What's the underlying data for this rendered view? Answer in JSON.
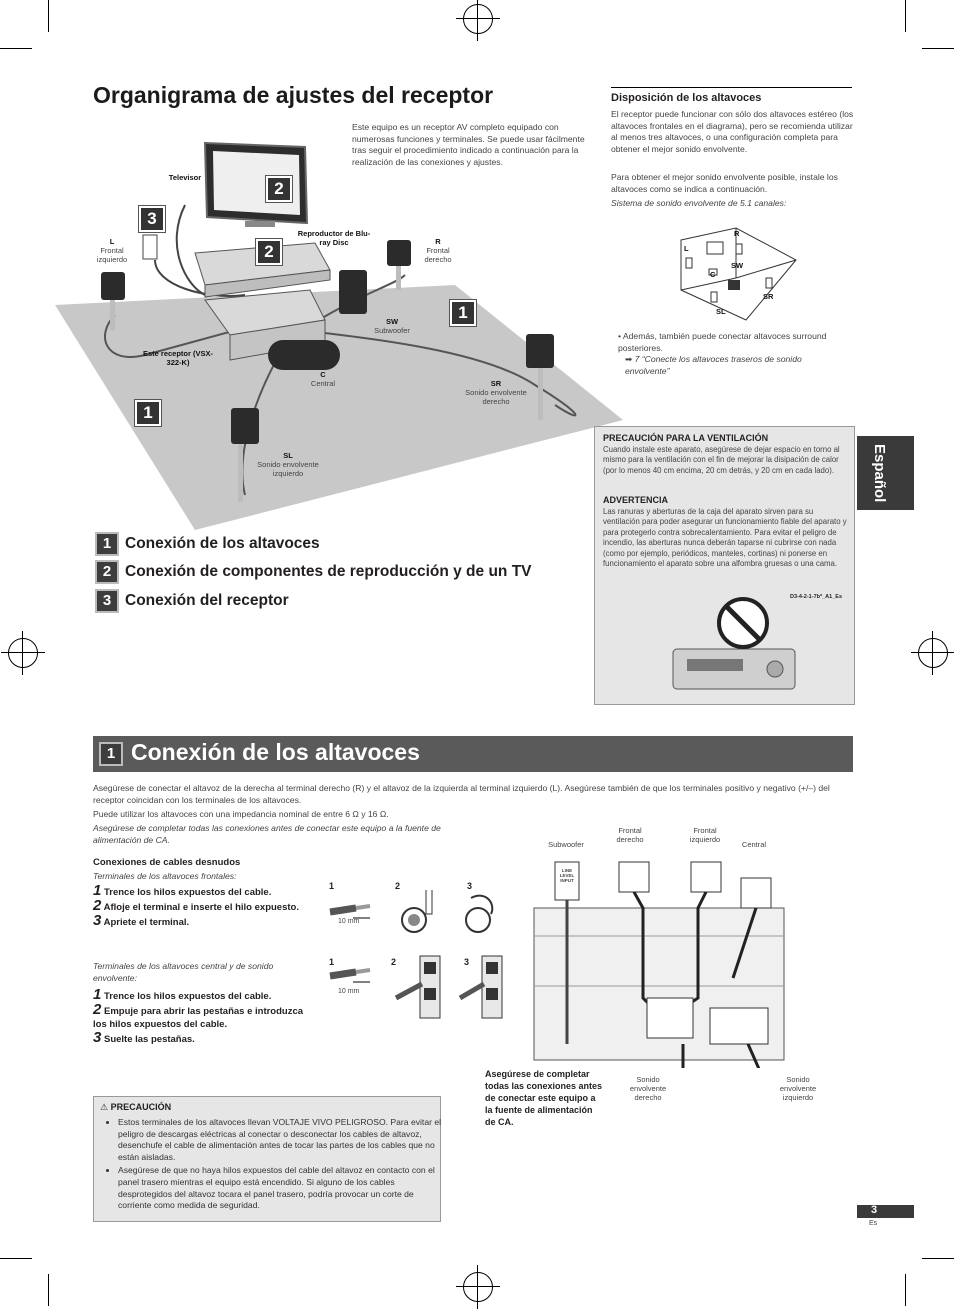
{
  "title": "Organigrama de ajustes del receptor",
  "intro": "Este equipo es un receptor AV completo equipado con numerosas funciones y terminales. Se puede usar fácilmente tras seguir el procedimiento indicado a continuación para la realización de las conexiones y ajustes.",
  "diagram_labels": {
    "tv": "Televisor",
    "bluray": "Reproductor de Blu-ray Disc",
    "receiver": "Este receptor (VSX-322-K)",
    "l_code": "L",
    "l_text": "Frontal izquierdo",
    "r_code": "R",
    "r_text": "Frontal derecho",
    "sw_code": "SW",
    "sw_text": "Subwoofer",
    "c_code": "C",
    "c_text": "Central",
    "sr_code": "SR",
    "sr_text": "Sonido envolvente derecho",
    "sl_code": "SL",
    "sl_text": "Sonido envolvente izquierdo",
    "badge1": "1",
    "badge2": "2",
    "badge3": "3"
  },
  "steps": [
    {
      "num": "1",
      "label": "Conexión de los altavoces"
    },
    {
      "num": "2",
      "label": "Conexión de componentes de reproducción y de un TV"
    },
    {
      "num": "3",
      "label": "Conexión del receptor"
    }
  ],
  "layout_section": {
    "heading": "Disposición de los altavoces",
    "p1": "El receptor puede funcionar con sólo dos altavoces estéreo (los altavoces frontales en el diagrama), pero se recomienda utilizar al menos tres altavoces, o una configuración completa para obtener el mejor sonido envolvente.",
    "p2": "Para obtener el mejor sonido envolvente posible, instale los altavoces como se indica a continuación.",
    "caption": "Sistema de sonido envolvente de 5.1 canales:",
    "room_labels": [
      "L",
      "R",
      "C",
      "SW",
      "SR",
      "SL"
    ],
    "bullet": "Además, también puede conectar altavoces surround posteriores.",
    "ref": "➡ 7 “Conecte los altavoces traseros de sonido envolvente”"
  },
  "side_tab": "Español",
  "ventilation": {
    "h1": "PRECAUCIÓN PARA LA VENTILACIÓN",
    "p1": "Cuando instale este aparato, asegúrese de dejar espacio en torno al mismo para la ventilación con el fin de mejorar la disipación de calor (por lo menos 40 cm encima, 20 cm detrás, y 20 cm en cada lado).",
    "h2": "ADVERTENCIA",
    "p2": "Las ranuras y aberturas de la caja del aparato sirven para su ventilación para poder asegurar un funcionamiento fiable del aparato y para protegerlo contra sobrecalentamiento. Para evitar el peligro de incendio, las aberturas nunca deberán taparse ni cubrirse con nada (como por ejemplo, periódicos, manteles, cortinas) ni ponerse en funcionamiento el aparato sobre una alfombra gruesas o una cama.",
    "code": "D3-4-2-1-7b*_A1_Es"
  },
  "section1": {
    "num": "1",
    "title": "Conexión de los altavoces",
    "p1": "Asegúrese de conectar el altavoz de la derecha al terminal derecho (R) y el altavoz de la izquierda al terminal izquierdo (L). Asegúrese también de que los terminales positivo y negativo (+/–) del receptor coincidan con los terminales de los altavoces.",
    "p2": "Puede utilizar los altavoces con una impedancia nominal de entre 6 Ω y 16 Ω.",
    "p3": "Asegúrese de completar todas las conexiones antes de conectar este equipo a la fuente de alimentación de CA."
  },
  "bare_wire": {
    "heading": "Conexiones de cables desnudos",
    "front_caption": "Terminales de los altavoces frontales:",
    "front_steps": [
      {
        "n": "1",
        "t": "Trence los hilos expuestos del cable."
      },
      {
        "n": "2",
        "t": "Afloje el terminal e inserte el hilo expuesto."
      },
      {
        "n": "3",
        "t": "Apriete el terminal."
      }
    ],
    "other_caption": "Terminales de los altavoces central y de sonido envolvente:",
    "other_steps": [
      {
        "n": "1",
        "t": "Trence los hilos expuestos del cable."
      },
      {
        "n": "2",
        "t": "Empuje para abrir las pestañas e introduzca los hilos expuestos del cable."
      },
      {
        "n": "3",
        "t": "Suelte las pestañas."
      }
    ],
    "fig_nums": [
      "1",
      "2",
      "3"
    ],
    "mm": "10 mm"
  },
  "rear_labels": {
    "subwoofer": "Subwoofer",
    "front_r": "Frontal derecho",
    "front_l": "Frontal izquierdo",
    "central": "Central",
    "surr_r": "Sonido envolvente derecho",
    "surr_l": "Sonido envolvente izquierdo",
    "line_level": "LINE LEVEL INPUT"
  },
  "rear_note": "Asegúrese de completar todas las conexiones antes de conectar este equipo a la fuente de alimentación de CA.",
  "caution": {
    "heading": "PRECAUCIÓN",
    "items": [
      "Estos terminales de los altavoces llevan VOLTAJE VIVO PELIGROSO. Para evitar el peligro de descargas eléctricas al conectar o desconectar los cables de altavoz, desenchufe el cable de alimentación antes de tocar las partes de los cables que no están aisladas.",
      "Asegúrese de que no haya hilos expuestos del cable del altavoz en contacto con el panel trasero mientras el equipo está encendido. Si alguno de los cables desprotegidos del altavoz tocara el panel trasero, podría provocar un corte de corriente como medida de seguridad."
    ]
  },
  "page": {
    "num": "3",
    "lang": "Es"
  }
}
